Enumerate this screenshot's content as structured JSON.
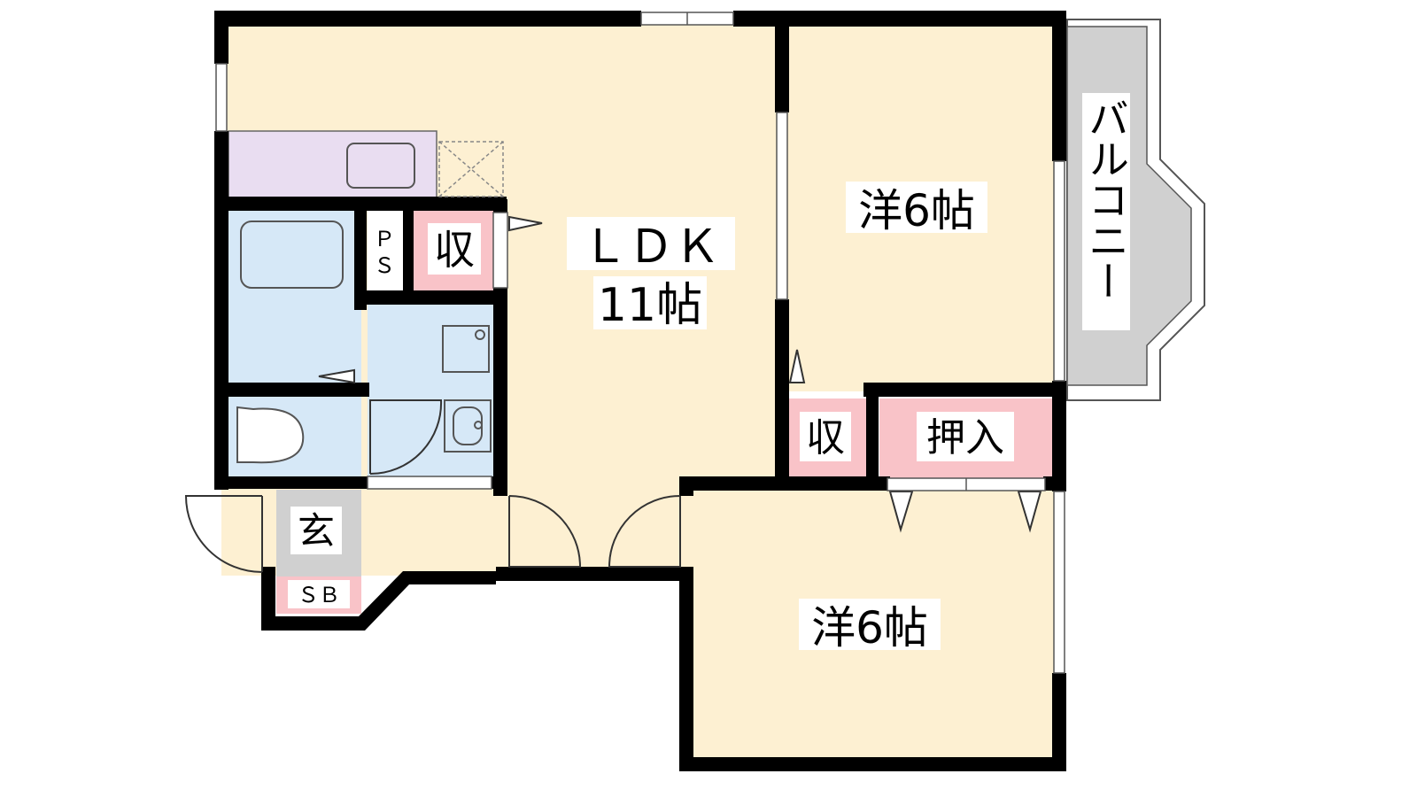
{
  "rooms": {
    "ldk": {
      "line1": "ＬＤＫ",
      "line2": "11帖"
    },
    "western_room_top": {
      "label": "洋6帖"
    },
    "western_room_bottom": {
      "label": "洋6帖"
    },
    "closet_kitchen": {
      "label": "収"
    },
    "closet_hall": {
      "label": "収"
    },
    "oshiire": {
      "label": "押入"
    },
    "genkan": {
      "label": "玄"
    },
    "shoe_box": {
      "label": "ＳＢ"
    },
    "pipe_space": {
      "line1": "Ｐ",
      "line2": "Ｓ"
    },
    "balcony": {
      "label": "バルコニー"
    }
  },
  "colors": {
    "floor": "#fdf0d2",
    "wet_area": "#d6e8f7",
    "kitchen": "#e9ddf1",
    "storage": "#f9c3c8",
    "genkan": "#d0d0d0",
    "balcony": "#d0d0d0",
    "wall": "#000000"
  }
}
